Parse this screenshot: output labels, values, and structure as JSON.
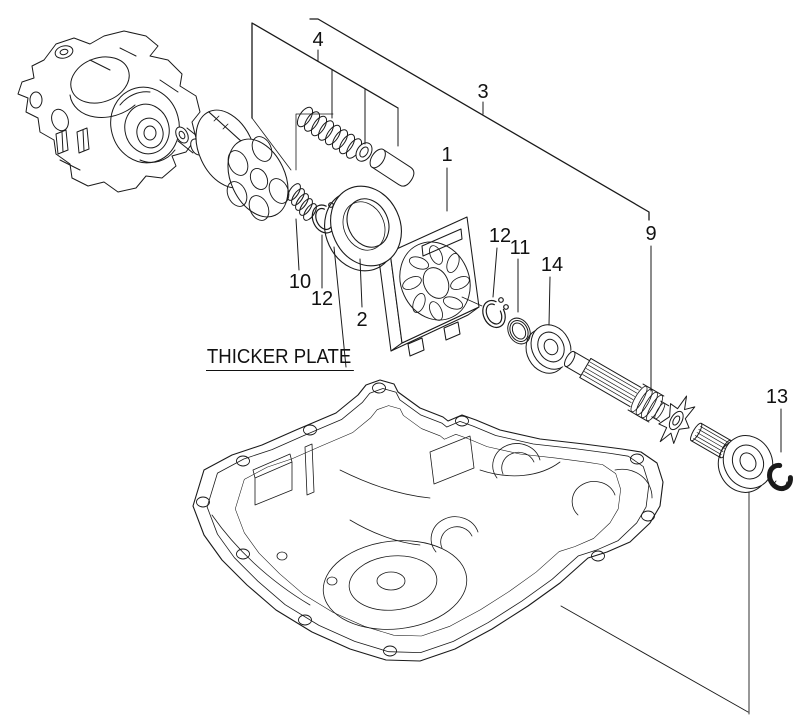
{
  "diagram": {
    "annotation": "THICKER PLATE",
    "callouts": [
      {
        "label": "4"
      },
      {
        "label": "3"
      },
      {
        "label": "1"
      },
      {
        "label": "12"
      },
      {
        "label": "11"
      },
      {
        "label": "14"
      },
      {
        "label": "9"
      },
      {
        "label": "10"
      },
      {
        "label": "12"
      },
      {
        "label": "2"
      },
      {
        "label": "13"
      }
    ],
    "colors": {
      "line": "#1a1a1a",
      "background": "#ffffff"
    }
  }
}
